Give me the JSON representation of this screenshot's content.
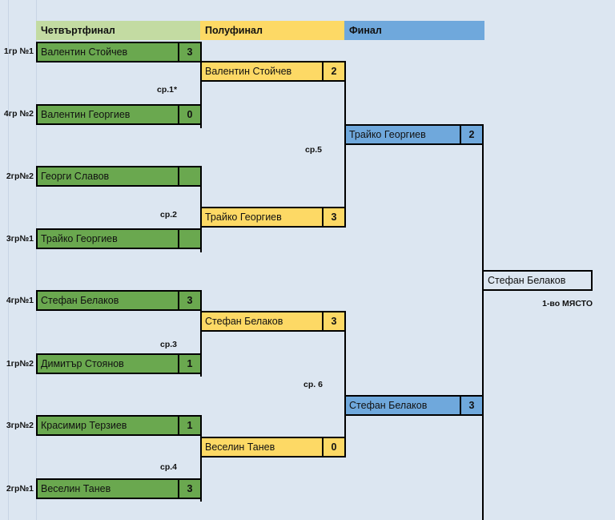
{
  "page": {
    "background": "#dce6f1",
    "title_visible": false
  },
  "headers": [
    {
      "label": "Четвъртфинал",
      "color": "#c3dba2"
    },
    {
      "label": "Полуфинал",
      "color": "#fdd965"
    },
    {
      "label": "Финал",
      "color": "#6fa8dc"
    }
  ],
  "seeds": [
    {
      "label": "1гр №1"
    },
    {
      "label": "4гр №2"
    },
    {
      "label": "2гр№2"
    },
    {
      "label": "3гр№1"
    },
    {
      "label": "4гр№1"
    },
    {
      "label": "1гр№2"
    },
    {
      "label": "3гр№2"
    },
    {
      "label": "2гр№1"
    }
  ],
  "quarterfinals": [
    {
      "name": "Валентин Стойчев",
      "score": "3"
    },
    {
      "name": "Валентин Георгиев",
      "score": "0"
    },
    {
      "name": "Георги Славов",
      "score": ""
    },
    {
      "name": "Трайко Георгиев",
      "score": ""
    },
    {
      "name": "Стефан Белаков",
      "score": "3"
    },
    {
      "name": "Димитър Стоянов",
      "score": "1"
    },
    {
      "name": "Красимир Терзиев",
      "score": "1"
    },
    {
      "name": "Веселин Танев",
      "score": "3"
    }
  ],
  "semifinals": [
    {
      "name": "Валентин Стойчев",
      "score": "2"
    },
    {
      "name": "Трайко Георгиев",
      "score": "3"
    },
    {
      "name": "Стефан Белаков",
      "score": "3"
    },
    {
      "name": "Веселин Танев",
      "score": "0"
    }
  ],
  "final": [
    {
      "name": "Трайко Георгиев",
      "score": "2"
    },
    {
      "name": "Стефан Белаков",
      "score": "3"
    }
  ],
  "winner": {
    "name": "Стефан Белаков",
    "place_label": "1-во МЯСТО"
  },
  "match_numbers": [
    {
      "label": "ср.1*"
    },
    {
      "label": "ср.2"
    },
    {
      "label": "ср.3"
    },
    {
      "label": "ср.4"
    },
    {
      "label": "ср.5"
    },
    {
      "label": "ср. 6"
    }
  ],
  "colors": {
    "quarterfinal": "#6aa84f",
    "semifinal": "#fdd965",
    "final": "#6fa8dc",
    "header_qf": "#c3dba2",
    "background": "#dce6f1",
    "border": "#000000"
  }
}
